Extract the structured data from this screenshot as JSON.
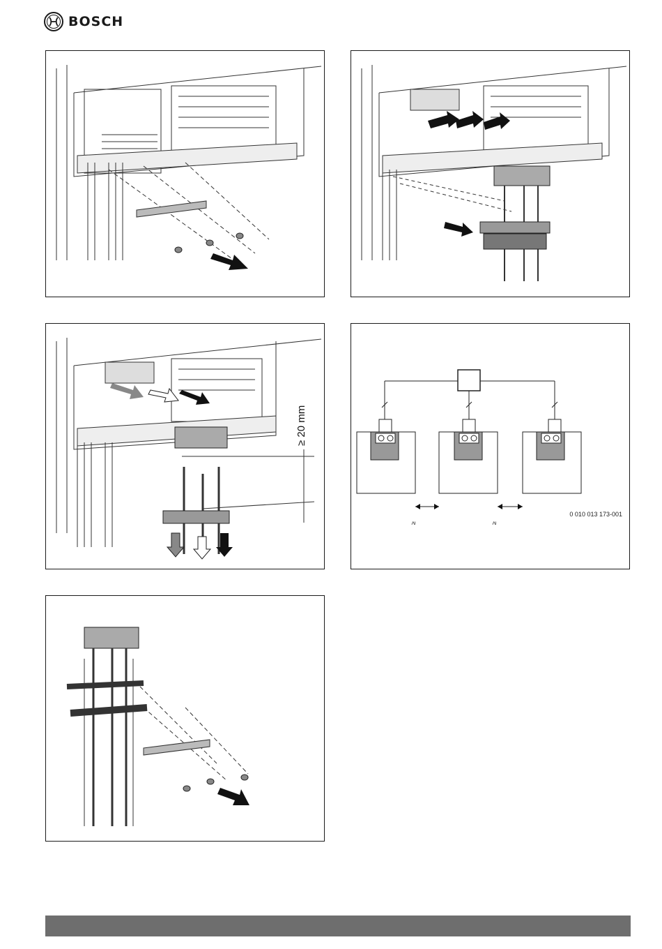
{
  "header": {
    "brand": "BOSCH",
    "logo_icon": "bosch-armature-icon"
  },
  "figures": {
    "panel3": {
      "dimension_label": "≥ 20 mm"
    },
    "panel4": {
      "document_code": "0 010 013 173-001",
      "gap_marks": [
        "≥",
        "≥"
      ]
    }
  },
  "footer": {
    "bar_color": "#6e6e6e"
  }
}
